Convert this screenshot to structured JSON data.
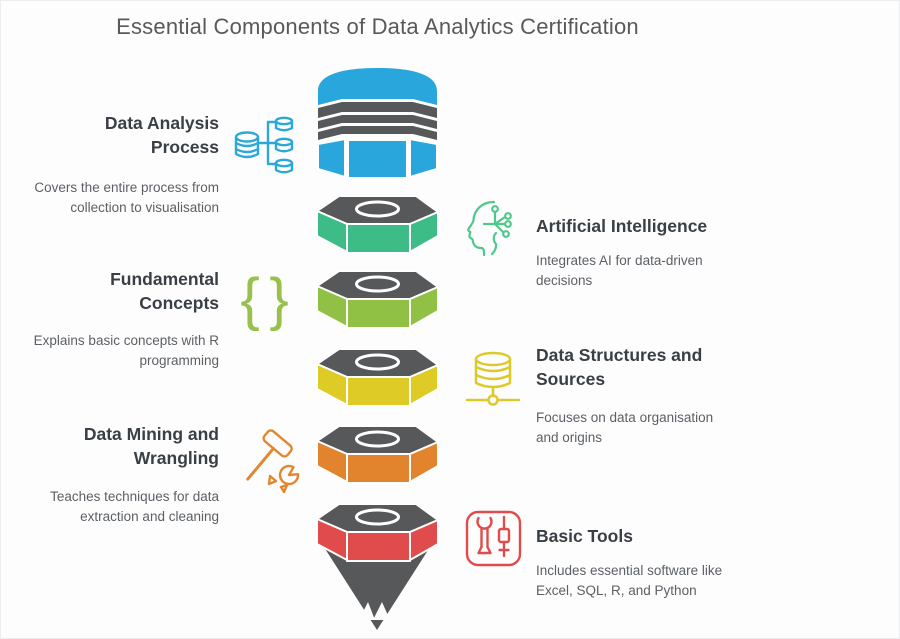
{
  "title": "Essential Components of Data Analytics Certification",
  "colors": {
    "azure": "#29A7DC",
    "dark_gray": "#57585A",
    "heading_text": "#3A3F45",
    "body_text": "#5C6065",
    "title_text": "#58595B"
  },
  "pencil": {
    "cap_color": "#29A7DC",
    "ferrule_color": "#57585A",
    "tip_color": "#57585A",
    "segments": [
      {
        "name": "teal-green",
        "color": "#3DBC87"
      },
      {
        "name": "olive-green",
        "color": "#90C044"
      },
      {
        "name": "yellow",
        "color": "#DFCB26"
      },
      {
        "name": "orange",
        "color": "#E2832E"
      },
      {
        "name": "red",
        "color": "#E04B4B"
      }
    ]
  },
  "features": {
    "left": [
      {
        "title": "Data Analysis Process",
        "description": "Covers the entire process from collection to visualisation",
        "icon": "data-flow-icon",
        "icon_color": "#2BA8D9"
      },
      {
        "title": "Fundamental Concepts",
        "description": "Explains basic concepts with R programming",
        "icon": "curly-braces-icon",
        "icon_color": "#97C04C"
      },
      {
        "title": "Data Mining and Wrangling",
        "description": "Teaches techniques for data extraction and cleaning",
        "icon": "pickaxe-icon",
        "icon_color": "#E1872F"
      }
    ],
    "right": [
      {
        "title": "Artificial Intelligence",
        "description": "Integrates AI for data-driven decisions",
        "icon": "ai-head-icon",
        "icon_color": "#50C78B"
      },
      {
        "title": "Data Structures and Sources",
        "description": "Focuses on data organisation and origins",
        "icon": "database-network-icon",
        "icon_color": "#DDC92A"
      },
      {
        "title": "Basic Tools",
        "description": "Includes essential software like Excel, SQL, R, and Python",
        "icon": "tools-icon",
        "icon_color": "#E04C4C"
      }
    ]
  },
  "glyphs": {
    "brace_open": "{",
    "brace_close": "}"
  }
}
